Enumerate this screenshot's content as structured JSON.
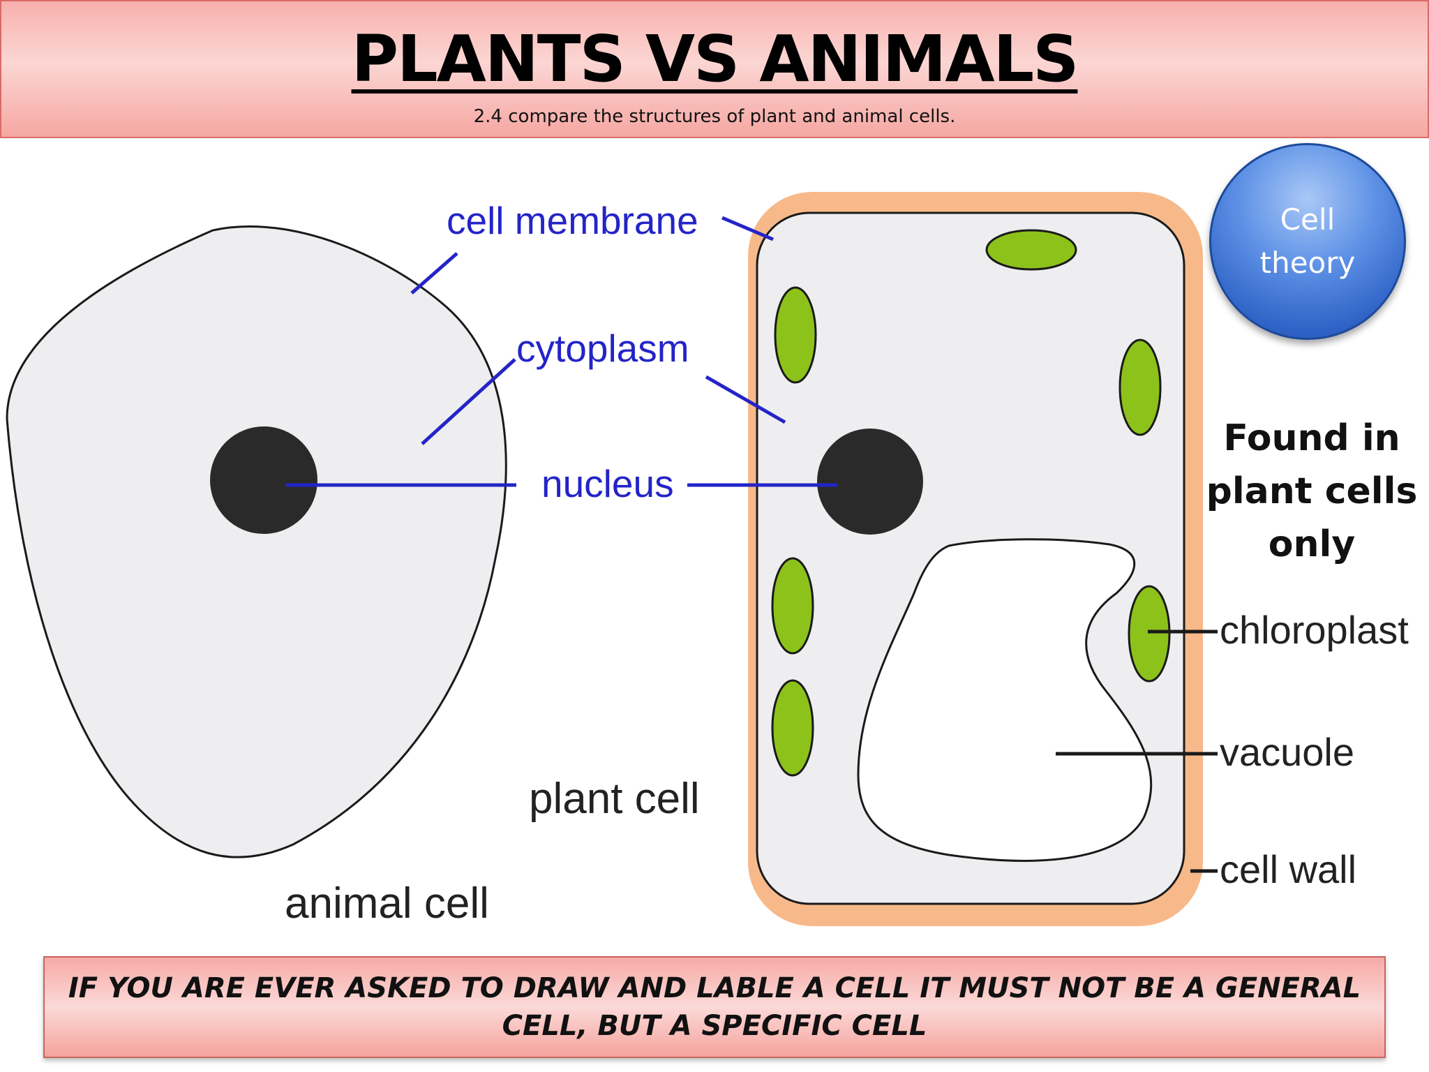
{
  "header": {
    "title": "PLANTS VS ANIMALS",
    "subtitle": "2.4 compare the structures of plant and animal cells."
  },
  "diagram": {
    "labels": {
      "cell_membrane": "cell membrane",
      "cytoplasm": "cytoplasm",
      "nucleus": "nucleus",
      "plant_cell": "plant cell",
      "animal_cell": "animal cell",
      "chloroplast": "chloroplast",
      "vacuole": "vacuole",
      "cell_wall": "cell wall"
    },
    "found_note": "Found in plant cells only",
    "colors": {
      "label_blue": "#2424c8",
      "chloroplast_green": "#8cc21a",
      "cell_wall_orange": "#f7b98a",
      "nucleus_dark": "#2a2a2a",
      "cytoplasm_grey": "#eeeef0"
    }
  },
  "cell_theory_button": {
    "label": "Cell theory"
  },
  "footer": {
    "text": "IF YOU ARE EVER ASKED TO DRAW AND LABLE A CELL IT MUST NOT BE A GENERAL CELL, BUT A SPECIFIC CELL"
  }
}
